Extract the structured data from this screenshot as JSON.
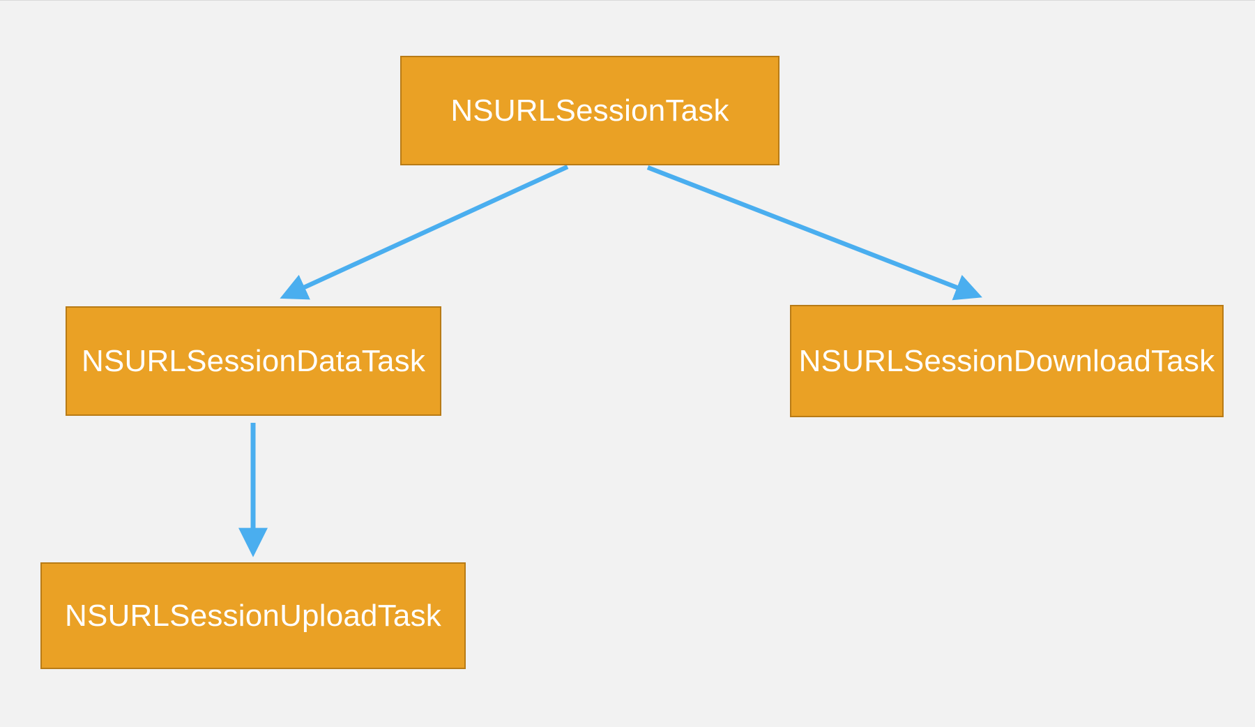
{
  "diagram": {
    "nodes": {
      "root": {
        "label": "NSURLSessionTask"
      },
      "data_task": {
        "label": "NSURLSessionDataTask"
      },
      "download_task": {
        "label": "NSURLSessionDownloadTask"
      },
      "upload_task": {
        "label": "NSURLSessionUploadTask"
      }
    },
    "edges": [
      {
        "from": "root",
        "to": "data_task"
      },
      {
        "from": "root",
        "to": "download_task"
      },
      {
        "from": "data_task",
        "to": "upload_task"
      }
    ],
    "colors": {
      "background": "#f2f2f2",
      "node_fill": "#eaa125",
      "node_border": "#b87b16",
      "node_text": "#ffffff",
      "arrow": "#4aaeef"
    }
  }
}
